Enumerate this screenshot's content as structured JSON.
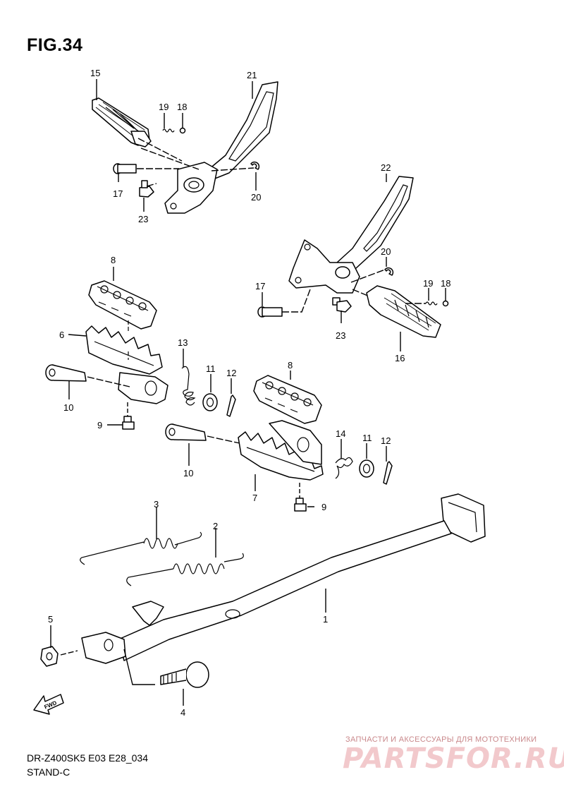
{
  "figure": {
    "title": "FIG.34",
    "model_code": "DR-Z400SK5 E03 E28_034",
    "section": "STAND-C"
  },
  "callouts": [
    "1",
    "2",
    "3",
    "4",
    "5",
    "6",
    "7",
    "8",
    "9",
    "10",
    "11",
    "12",
    "13",
    "14",
    "15",
    "16",
    "17",
    "18",
    "19",
    "20",
    "21",
    "22",
    "23"
  ],
  "fwd_label": "FWD",
  "watermark": {
    "tagline": "ЗАПЧАСТИ И АКСЕССУАРЫ ДЛЯ МОТОТЕХНИКИ",
    "brand": "PARTSFOR.RU",
    "tag_color": "#c9888b",
    "brand_color": "#f2c9cc"
  }
}
